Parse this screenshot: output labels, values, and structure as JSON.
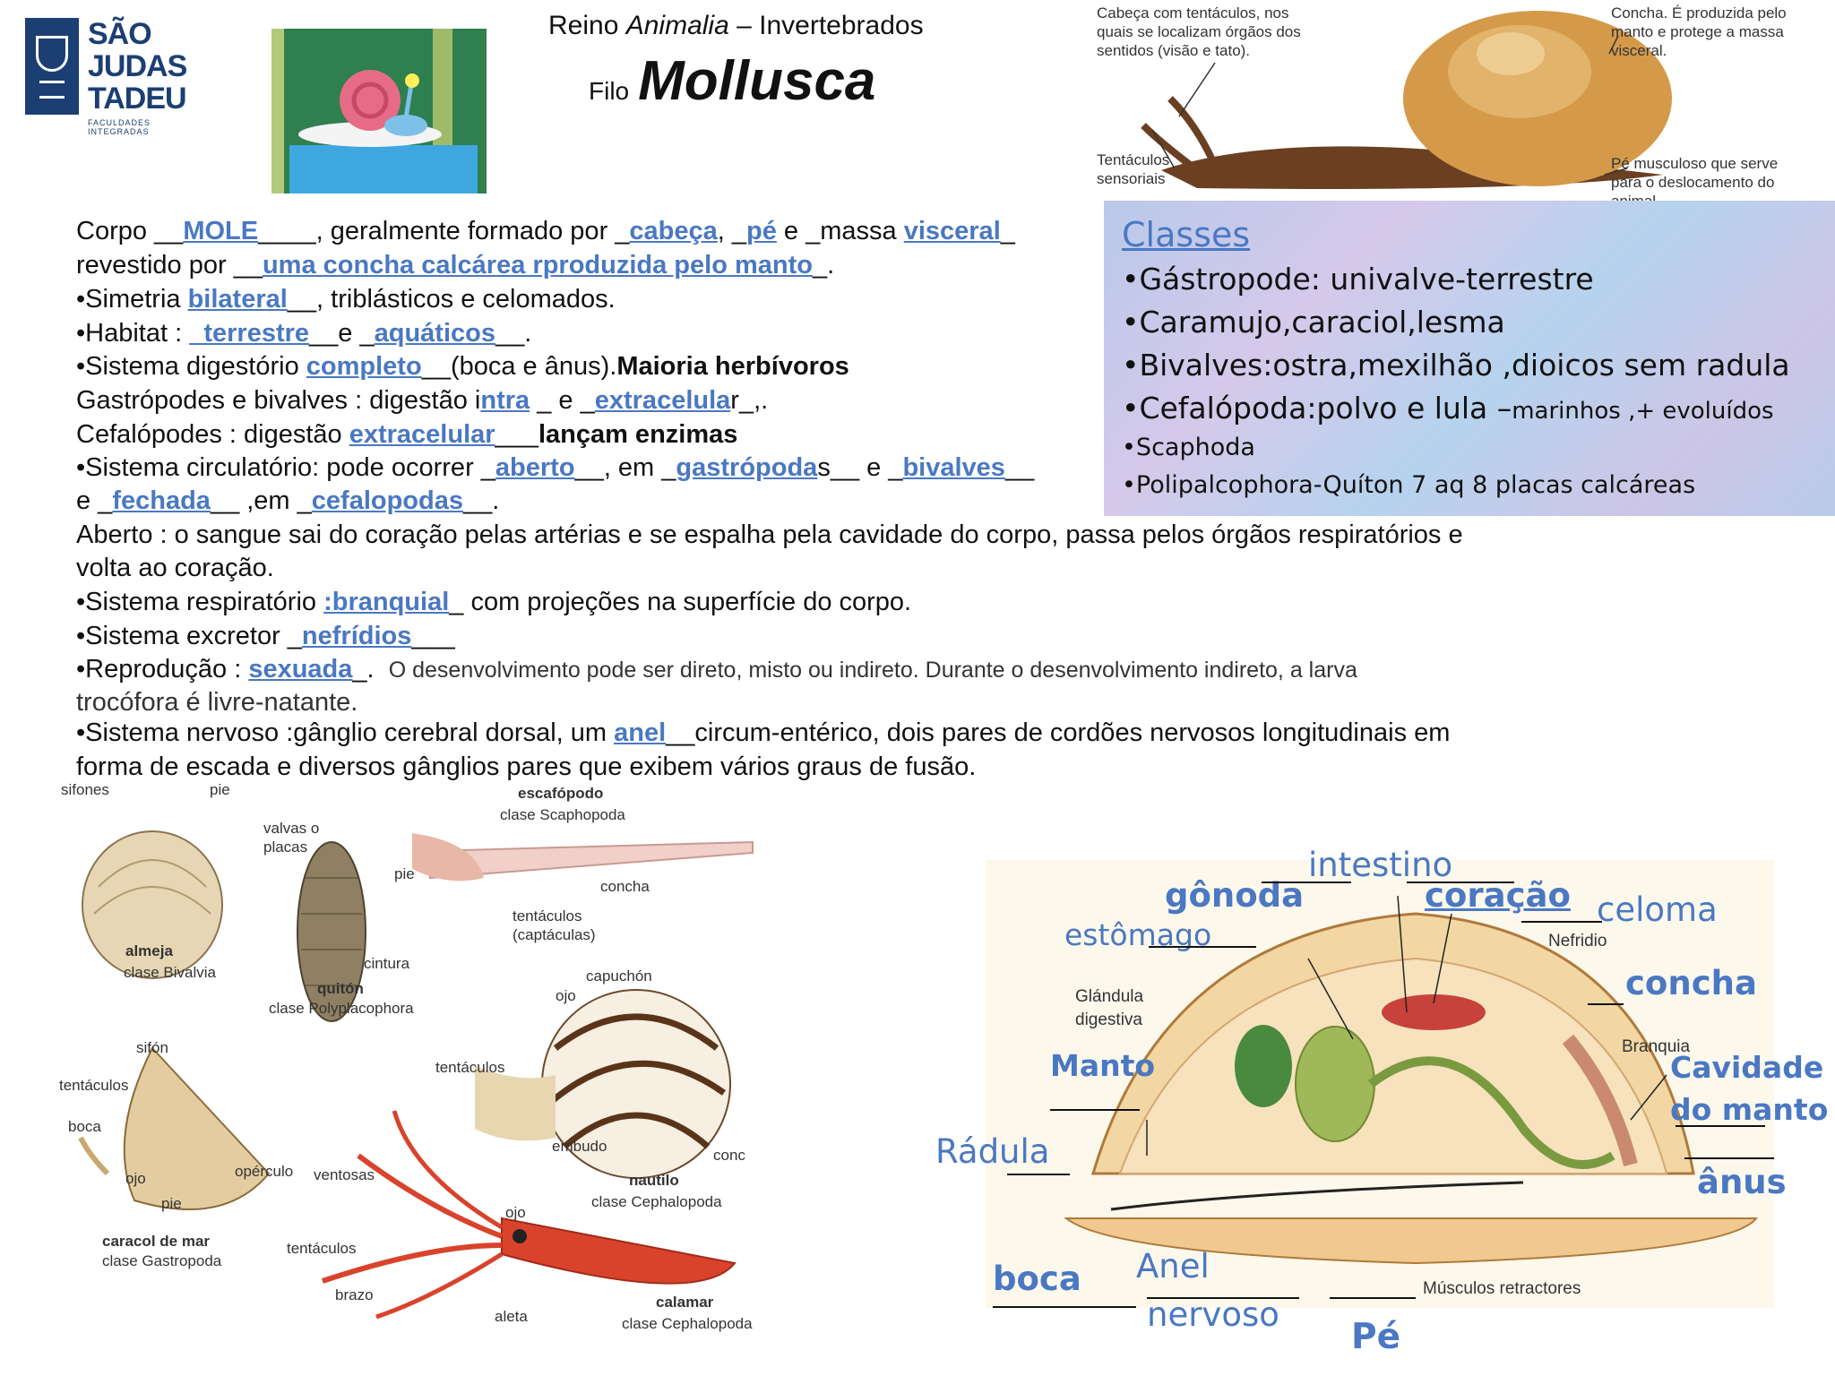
{
  "header": {
    "reino_pre": "Reino ",
    "reino_it": "Animalia",
    "reino_post": " – Invertebrados",
    "filo": "Filo",
    "mollusca": "Mollusca"
  },
  "logo": {
    "l1": "SÃO",
    "l2": "JUDAS",
    "l3": "TADEU",
    "sub": "FACULDADES INTEGRADAS"
  },
  "snail": {
    "cabeca": [
      "Cabeça com tentáculos, nos",
      "quais se localizam órgãos dos",
      "sentidos (visão e tato)."
    ],
    "concha": [
      "Concha. É produzida pelo",
      "manto e protege a massa",
      "visceral."
    ],
    "tentaculos": [
      "Tentáculos",
      "sensoriais"
    ],
    "pe": [
      "Pé musculoso que serve",
      "para o deslocamento do",
      "animal"
    ]
  },
  "text": {
    "l1": [
      "Corpo __",
      "MOLE",
      "____, geralmente formado por _",
      "cabeça",
      ", _",
      "pé",
      " e _massa ",
      "visceral",
      "_"
    ],
    "l2": [
      "revestido por __",
      "uma concha calcárea rproduzida pelo manto",
      "_."
    ],
    "l3": [
      "•Simetria ",
      "bilateral",
      "__, triblásticos e celomados."
    ],
    "l4": [
      "•Habitat : ",
      "_terrestre",
      "__e _",
      "aquáticos",
      "__."
    ],
    "l5": [
      "•Sistema digestório ",
      "completo",
      "__(boca e ânus).",
      "Maioria herbívoros"
    ],
    "l6": [
      "Gastrópodes e bivalves : digestão i",
      "ntra",
      " _ e _",
      "extracelula",
      "r_,."
    ],
    "l7": [
      "Cefalópodes : digestão ",
      "extracelular",
      "___",
      "lançam enzimas"
    ],
    "l8": [
      "•Sistema circulatório: pode ocorrer _",
      "aberto",
      "__, em _",
      "gastrópoda",
      "s__ e _",
      "bivalves",
      "__"
    ],
    "l9": [
      "e _",
      "fechada",
      "__ ,em _",
      "cefalopodas",
      "__."
    ],
    "l10": "Aberto : o sangue sai do coração pelas artérias e se espalha pela cavidade do corpo, passa pelos órgãos respiratórios e",
    "l11": "volta ao coração.",
    "l12": [
      "•Sistema respiratório ",
      ":branquial",
      "_ com projeções na superfície do corpo."
    ],
    "l13": [
      "•Sistema excretor _",
      "nefrídios",
      "___"
    ],
    "l14": [
      "•Reprodução : ",
      "sexuada",
      "_.",
      "O desenvolvimento pode ser direto, misto ou indireto. Durante o desenvolvimento indireto, a larva"
    ],
    "l15": "trocófora é livre-natante.",
    "l16": [
      "•Sistema nervoso :gânglio cerebral dorsal, um ",
      "anel",
      "__circum-entérico, dois pares de cordões nervosos longitudinais em"
    ],
    "l17": "forma de escada e diversos gânglios pares que exibem vários graus de fusão."
  },
  "classes": {
    "title": "Classes",
    "items": [
      "•Gástropode: univalve-terrestre",
      "•Caramujo,caraciol,lesma",
      "•Bivalves:ostra,mexilhão ,dioicos sem radula",
      "•Cefalópoda:polvo e lula –",
      "•Scaphoda",
      "•Polipalcophora-Quíton 7 aq 8 placas calcáreas"
    ],
    "item4_small": "marinhos ,+ evoluídos"
  },
  "species": {
    "sifones": "sifones",
    "pie1": "pie",
    "almeja": "almeja",
    "almeja_clase": "clase Bivalvia",
    "valvas": [
      "valvas o",
      "placas"
    ],
    "cintura": "cintura",
    "quiton": "quitón",
    "quiton_clase": "clase Polyplacophora",
    "escafopodo": "escafópodo",
    "escaf_clase": "clase Scaphopoda",
    "pie2": "pie",
    "concha": "concha",
    "tentaculos_capt": [
      "tentáculos",
      "(captáculas)"
    ],
    "sifon": "sifón",
    "tentaculos1": "tentáculos",
    "boca": "boca",
    "ojo1": "ojo",
    "opérculo": "opérculo",
    "pie3": "pie",
    "caracol": "caracol de mar",
    "caracol_clase": "clase Gastropoda",
    "capuchon": "capuchón",
    "ojo2": "ojo",
    "tentaculos2": "tentáculos",
    "embudo": "embudo",
    "conc": "conc",
    "nautilo": "nautilo",
    "nautilo_clase": "clase Cephalopoda",
    "ventosas": "ventosas",
    "tentaculos3": "tentáculos",
    "ojo3": "ojo",
    "brazo": "brazo",
    "aleta": "aleta",
    "calamar": "calamar",
    "calamar_clase": "clase Cephalopoda"
  },
  "anatomy": {
    "intestino": "intestino",
    "gonoda": "gônoda",
    "coracao": "coração",
    "celoma": "celoma",
    "estomago": "estômago",
    "nefridio": "Nefridio",
    "glandula": [
      "Glándula",
      "digestiva"
    ],
    "concha": "concha",
    "branquia": "Branquia",
    "manto": "Manto",
    "cavidade": [
      "Cavidade",
      "do manto"
    ],
    "radula": "Rádula",
    "anus": "ânus",
    "boca": "boca",
    "anel": "Anel",
    "nervoso": "nervoso",
    "pe": "Pé",
    "musculos": "Músculos retractores"
  },
  "colors": {
    "accent": "#4a78c2",
    "logo": "#1c3f73"
  }
}
